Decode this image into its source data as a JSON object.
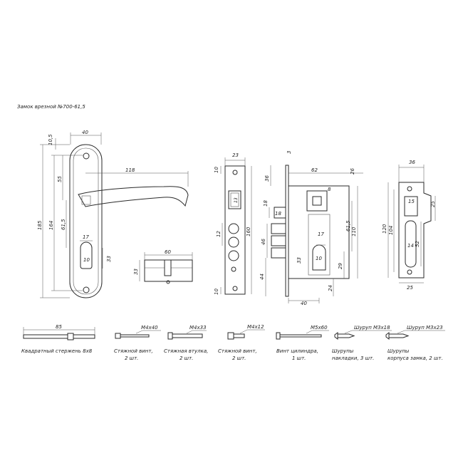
{
  "title": "Замок врезной №700-61,5",
  "handle": {
    "dims": {
      "top_offset": "10,5",
      "width": "40",
      "handle_length": "118",
      "d55": "55",
      "d185": "185",
      "d164": "164",
      "d615": "61,5",
      "d17": "17",
      "d10": "10",
      "d33": "33"
    }
  },
  "cylinder": {
    "dims": {
      "length": "60",
      "height": "33"
    }
  },
  "lock_front": {
    "dims": {
      "width": "23",
      "top10": "10",
      "bottom10": "10",
      "d12": "12",
      "d160": "160",
      "latch13": "13"
    }
  },
  "lock_body": {
    "dims": {
      "d3": "3",
      "d62": "62",
      "d26": "26",
      "d36": "36",
      "d8": "8",
      "d18a": "18",
      "d18b": "18",
      "d615": "61,5",
      "d110": "110",
      "d46": "46",
      "d17": "17",
      "d10": "10",
      "d33": "33",
      "d29": "29",
      "d44": "44",
      "d24": "24",
      "d40": "40"
    }
  },
  "strike": {
    "dims": {
      "d36": "36",
      "d15": "15",
      "d25a": "25",
      "d120": "120",
      "d104": "104",
      "d14": "14",
      "d52": "52",
      "d25b": "25"
    }
  },
  "parts": [
    {
      "size": "85",
      "label_line1": "Квадратный стержень 8x8",
      "label_line2": ""
    },
    {
      "size": "M4x40",
      "label_line1": "Стяжной винт,",
      "label_line2": "2 шт."
    },
    {
      "size": "M4x33",
      "label_line1": "Стяжная втулка,",
      "label_line2": "2 шт."
    },
    {
      "size": "M4x12",
      "label_line1": "Стяжной винт,",
      "label_line2": "2 шт."
    },
    {
      "size": "M5x60",
      "label_line1": "Винт цилиндра,",
      "label_line2": "1 шт."
    },
    {
      "size": "Шуруп M3x18",
      "label_line1": "Шурупы",
      "label_line2": "накладки, 3 шт."
    },
    {
      "size": "Шуруп M3x23",
      "label_line1": "Шурупы",
      "label_line2": "корпуса замка, 2 шт."
    }
  ]
}
